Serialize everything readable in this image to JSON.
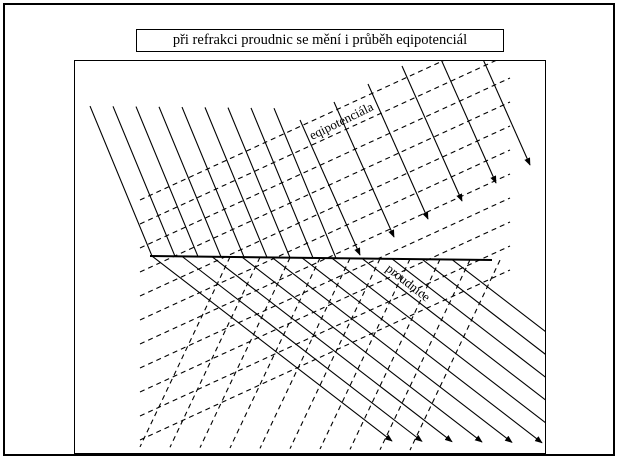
{
  "caption": "při refrakci proudnic se mění i průběh eqipotenciál",
  "labels": {
    "equipotential": "eqipotenciála",
    "streamline": "proudnice"
  }
}
